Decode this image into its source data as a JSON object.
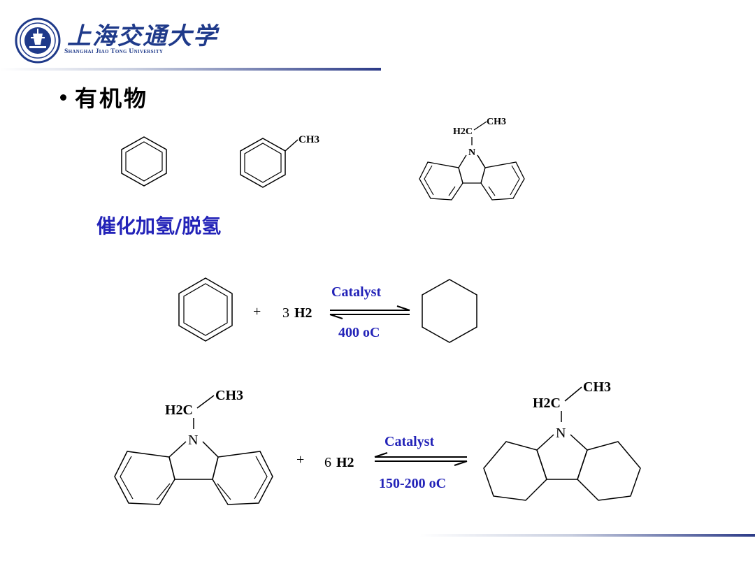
{
  "header": {
    "university_cn": "上海交通大学",
    "university_en": "Shanghai Jiao Tong University",
    "logo_icon": "university-seal-icon"
  },
  "bullet": {
    "text": "有机物"
  },
  "subtitle": "催化加氢/脱氢",
  "molecules": {
    "toluene_label": "CH3",
    "ethyl_carbazole": {
      "h2c": "H2C",
      "ch3": "CH3",
      "n": "N"
    }
  },
  "reaction1": {
    "plus": "+",
    "coef": "3",
    "reagent": "H2",
    "catalyst": "Catalyst",
    "condition": "400 oC"
  },
  "reaction2": {
    "plus": "+",
    "coef": "6",
    "reagent": "H2",
    "catalyst": "Catalyst",
    "condition": "150-200 oC"
  },
  "colors": {
    "brand_blue": "#1f3a8a",
    "accent_blue": "#2323b8",
    "text": "#000000"
  }
}
